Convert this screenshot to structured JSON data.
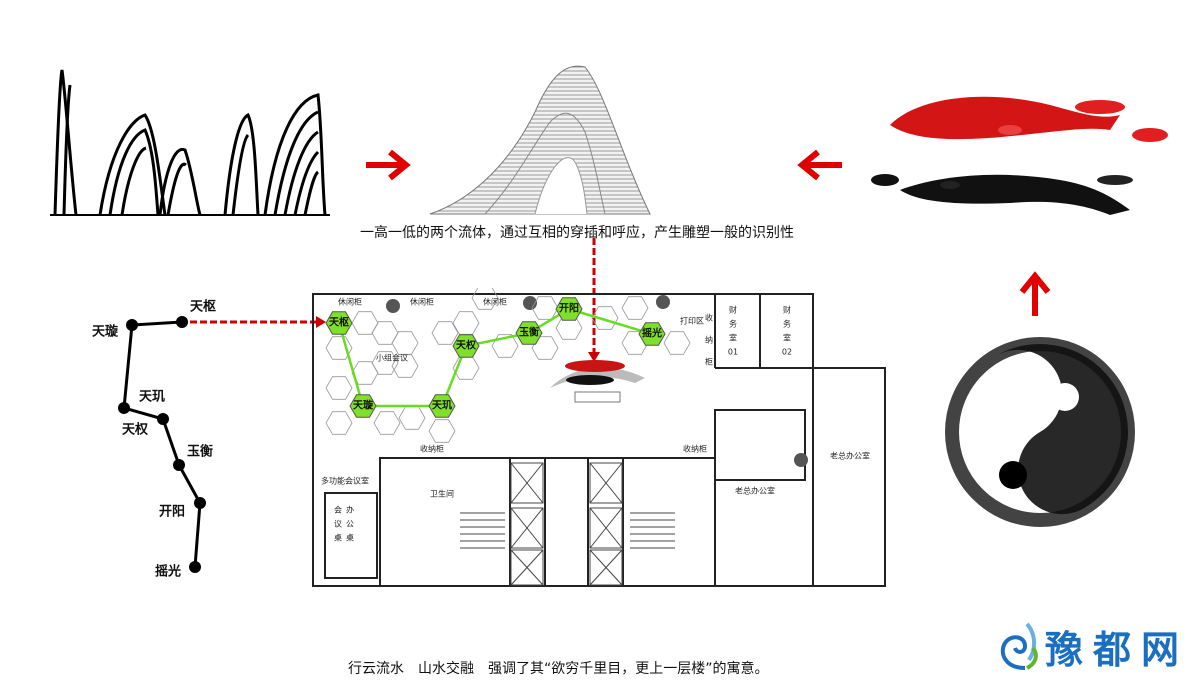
{
  "captions": {
    "top": "一高一低的两个流体，通过互相的穿插和呼应，产生雕塑一般的识别性",
    "bottom": "行云流水　山水交融　强调了其“欲穷千里目，更上一层楼”的寓意。"
  },
  "constellation": {
    "stars": [
      "天枢",
      "天璇",
      "天玑",
      "天权",
      "玉衡",
      "开阳",
      "摇光"
    ]
  },
  "floorplan": {
    "hex_nodes": [
      "天枢",
      "天璇",
      "天玑",
      "天权",
      "玉衡",
      "开阳",
      "摇光"
    ],
    "rooms": {
      "lounge_cabinet": "休闲柜",
      "small_meeting": "小组会议",
      "print_area": "打印区",
      "storage_cabinet": "收纳柜",
      "storage_vertical": [
        "收",
        "纳",
        "柜"
      ],
      "finance_01": [
        "财",
        "务",
        "室",
        "01"
      ],
      "finance_02": [
        "财",
        "务",
        "室",
        "02"
      ],
      "multi_meeting": "多功能会议室",
      "restroom": "卫生间",
      "meeting_table": [
        "会",
        "议",
        "桌"
      ],
      "office_table": [
        "办",
        "公",
        "桌"
      ],
      "ceo_office": "老总办公室"
    }
  },
  "logo": {
    "text": "豫都网"
  },
  "colors": {
    "arrow": "#e00000",
    "path": "#66dd22",
    "hex": "#7ee02a",
    "logo": "#1a6fc0"
  }
}
